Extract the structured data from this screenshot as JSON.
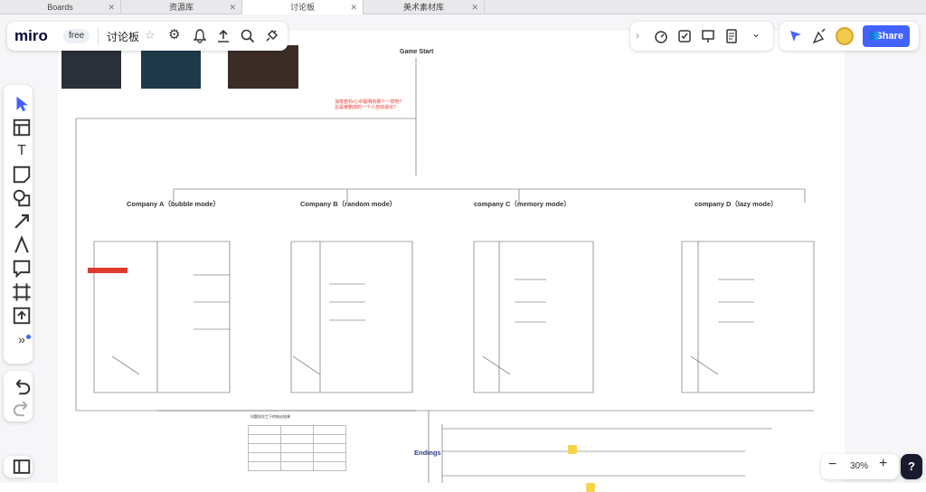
{
  "tabs": [
    {
      "label": "Boards",
      "active": false
    },
    {
      "label": "资源库",
      "active": false
    },
    {
      "label": "讨论板",
      "active": true
    },
    {
      "label": "美术素材库",
      "active": false
    }
  ],
  "topbar": {
    "logo": "miro",
    "plan_badge": "free",
    "board_name": "讨论板"
  },
  "share": {
    "label": "Share"
  },
  "zoom": {
    "level": "30%"
  },
  "help": {
    "label": "?"
  },
  "more_tools_badge": "»",
  "diagram": {
    "title": "Game Start",
    "endings": "Endings",
    "companies": [
      "Company A（bubble mode）",
      "Company B（random mode）",
      "company C（memory mode）",
      "company D（lazy mode）"
    ],
    "question_note": "消零若科/心中聪明的那个一样吧?\n总是被删掉的一个人自动退出?",
    "table_title": "问题如交工下的结论结果"
  },
  "colors": {
    "accent": "#4262ff",
    "red_text": "#e03a2f",
    "yellow": "#f7d34a"
  }
}
